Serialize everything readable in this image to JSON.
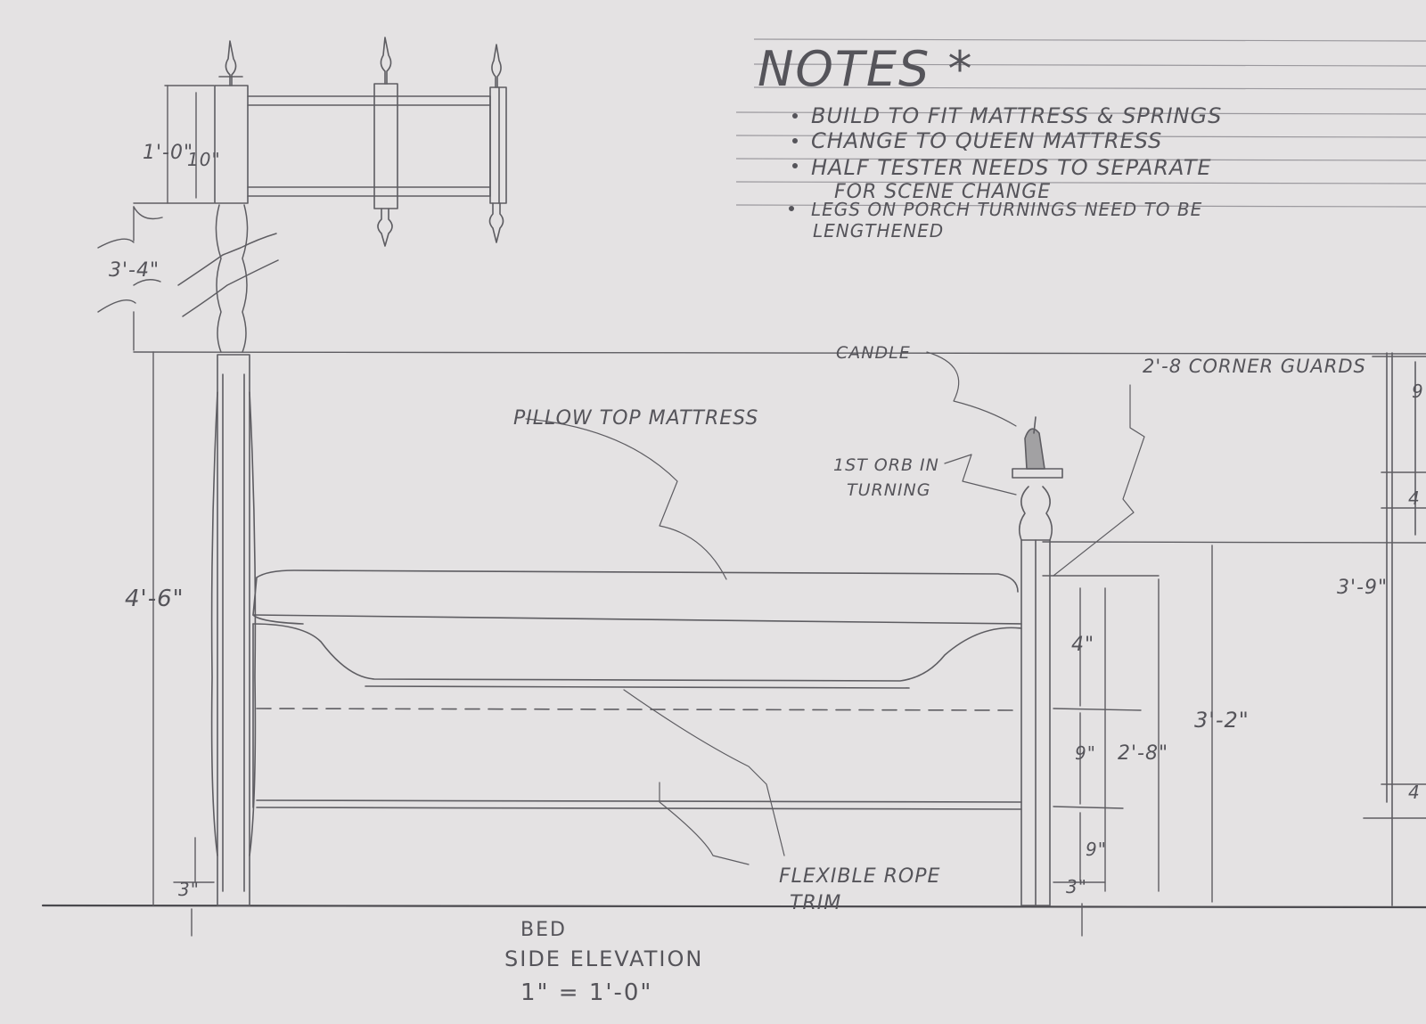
{
  "notes": {
    "heading": "NOTES *",
    "items": [
      "BUILD TO FIT MATTRESS & SPRINGS",
      "CHANGE TO QUEEN MATTRESS",
      "HALF TESTER NEEDS TO SEPARATE",
      "FOR SCENE CHANGE",
      "LEGS ON PORCH TURNINGS NEED TO BE",
      "LENGTHENED"
    ]
  },
  "callouts": {
    "pillow_top": "PILLOW TOP MATTRESS",
    "candle": "CANDLE",
    "corner_guards": "2'-8 CORNER GUARDS",
    "orb": "1ST ORB IN",
    "orb2": "TURNING",
    "rope": "FLEXIBLE ROPE",
    "rope2": "TRIM"
  },
  "dimensions": {
    "tester_1_0": "1'-0\"",
    "tester_10": "10\"",
    "turning_3_4": "3'-4\"",
    "post_4_6": "4'-6\"",
    "base_3_left": "3\"",
    "d_3_9": "3'-9\"",
    "d_4": "4\"",
    "d_9a": "9\"",
    "d_2_8": "2'-8\"",
    "d_3_2": "3'-2\"",
    "d_9b": "9\"",
    "base_3_right": "3\"",
    "edge_9": "9",
    "edge_4a": "4",
    "edge_4b": "4"
  },
  "title_block": {
    "line1": "BED",
    "line2": "SIDE ELEVATION",
    "scale": "1\" = 1'-0\""
  }
}
